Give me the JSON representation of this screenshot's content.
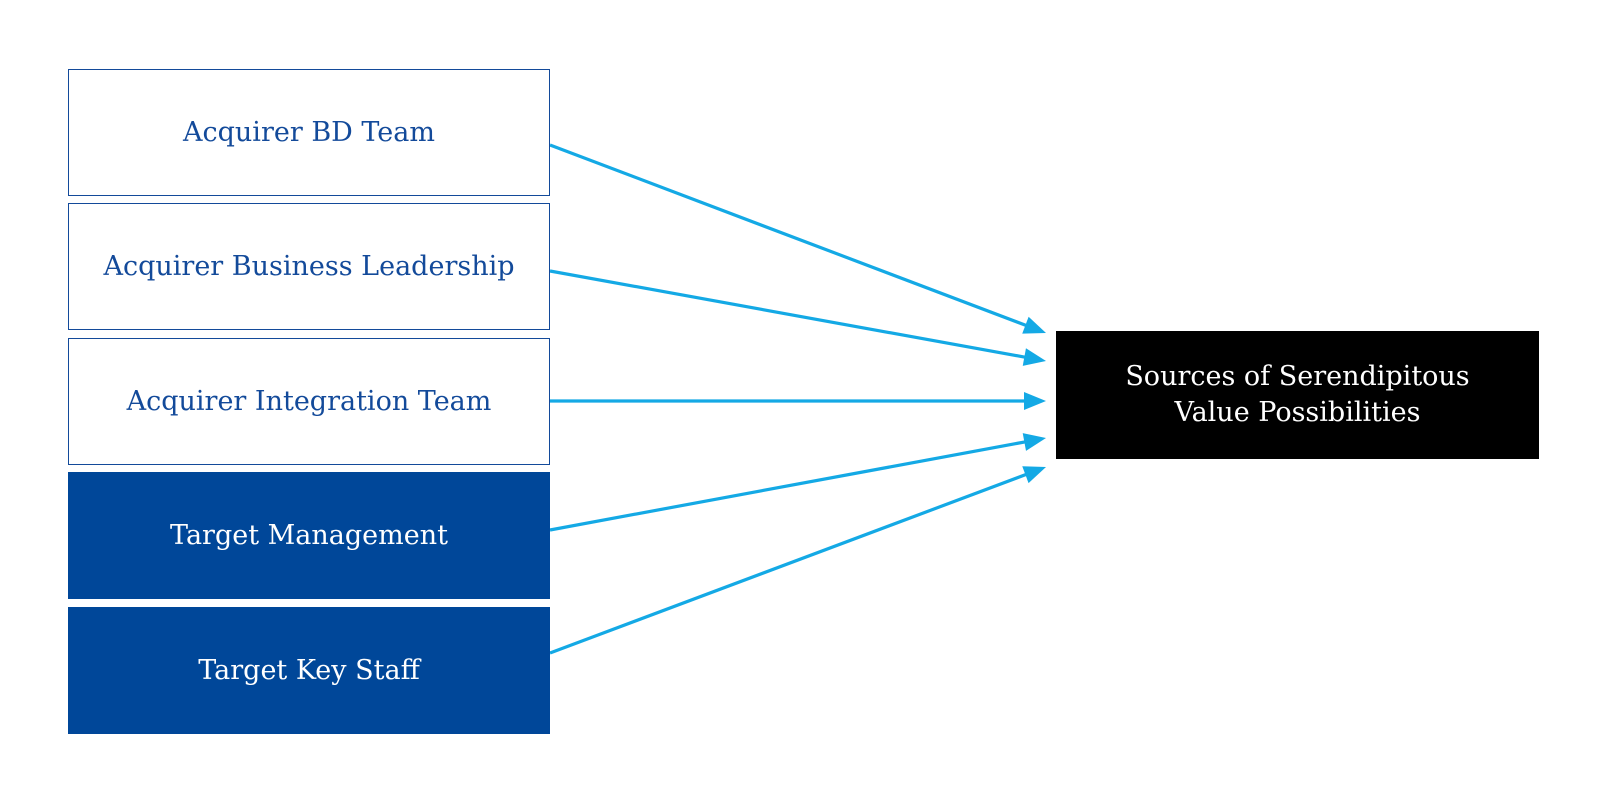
{
  "colors": {
    "outline_box_border": "#134A9A",
    "outline_box_text": "#134A9A",
    "filled_box_bg": "#004799",
    "filled_box_text": "#FFFFFF",
    "target_box_bg": "#000000",
    "target_box_text": "#FFFFFF",
    "arrow": "#14A9E5"
  },
  "sources": [
    {
      "label": "Acquirer BD Team",
      "style": "outline"
    },
    {
      "label": "Acquirer Business Leadership",
      "style": "outline"
    },
    {
      "label": "Acquirer Integration Team",
      "style": "outline"
    },
    {
      "label": "Target Management",
      "style": "filled"
    },
    {
      "label": "Target Key Staff",
      "style": "filled"
    }
  ],
  "target": {
    "line1": "Sources of Serendipitous",
    "line2": "Value Possibilities"
  }
}
